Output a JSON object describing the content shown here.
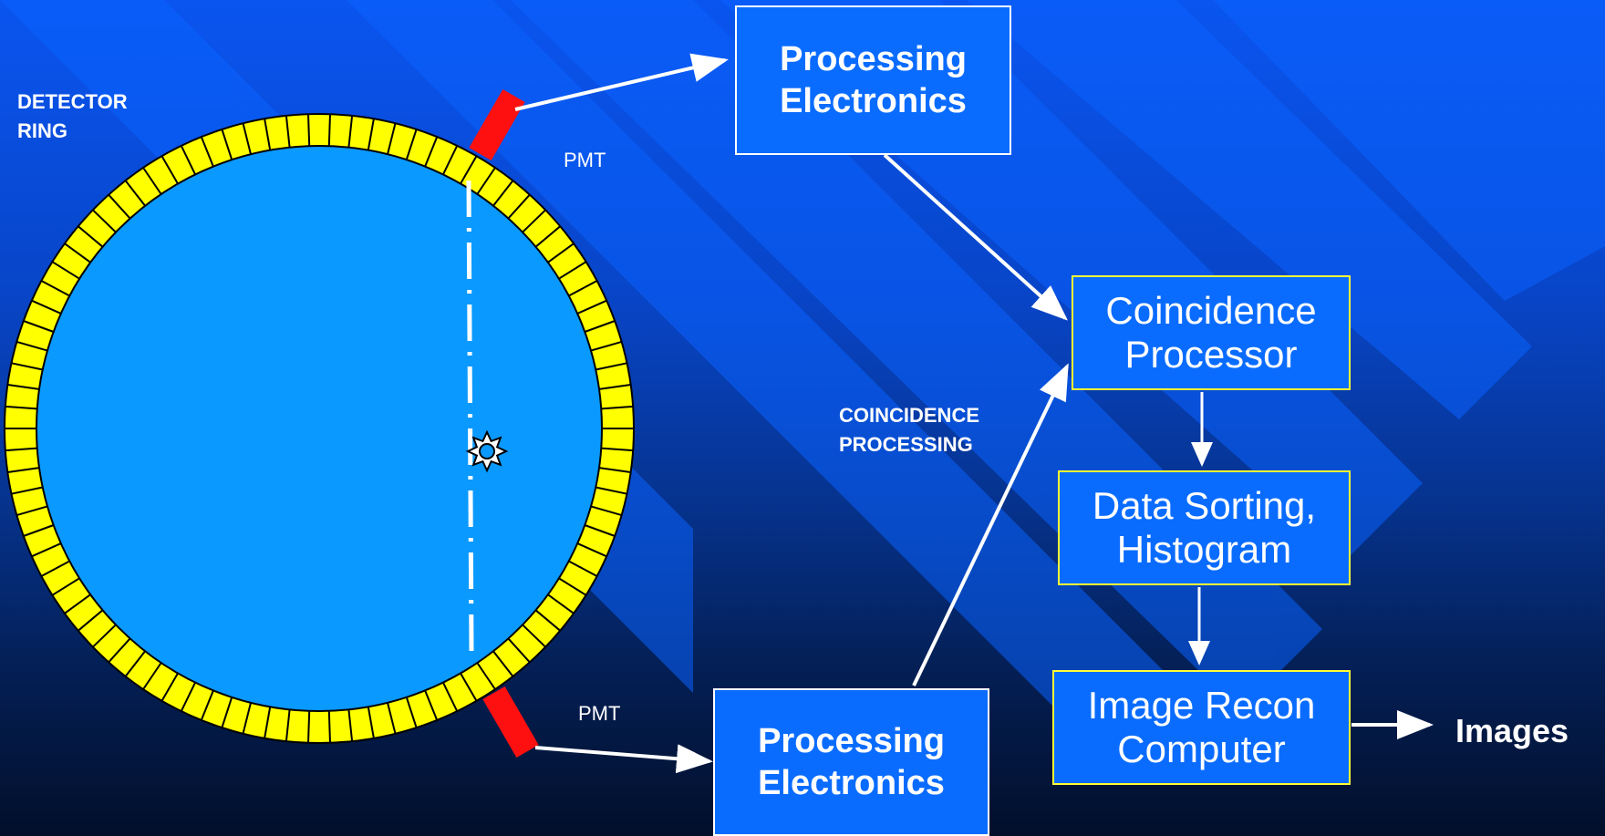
{
  "labels": {
    "detector_ring": [
      "DETECTOR",
      "RING"
    ],
    "pmt_top": "PMT",
    "pmt_bottom": "PMT",
    "coincidence_processing": [
      "COINCIDENCE",
      "PROCESSING"
    ],
    "images": "Images"
  },
  "boxes": {
    "processing_top": [
      "Processing",
      "Electronics"
    ],
    "processing_bottom": [
      "Processing",
      "Electronics"
    ],
    "coincidence_processor": [
      "Coincidence",
      "Processor"
    ],
    "data_sorting": [
      "Data Sorting,",
      "Histogram"
    ],
    "image_recon": [
      "Image Recon",
      "Computer"
    ]
  },
  "colors": {
    "ring": "#ffff00",
    "ring_stroke": "#000000",
    "field": "#0a99ff",
    "pmt": "#ff1010",
    "arrow": "#ffffff",
    "box_fill": "#0a6cff",
    "box_border_white": "#ffffff",
    "box_border_yellow": "#ffff33"
  },
  "detector": {
    "segments": 90
  },
  "icons": {
    "source": "sun-icon"
  }
}
